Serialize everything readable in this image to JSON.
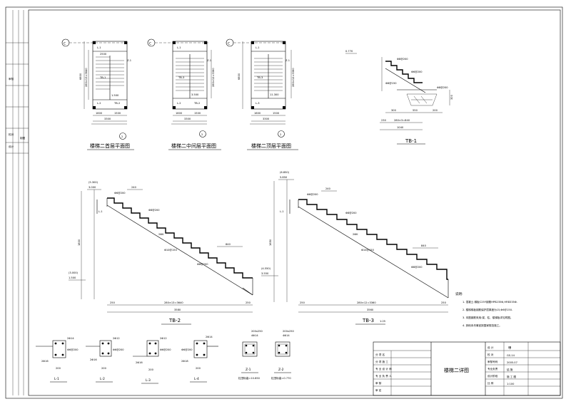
{
  "plans": [
    {
      "title": "楼梯二首层平面图",
      "grid": "C",
      "dims_bottom": [
        "1600",
        "1500",
        "3300"
      ],
      "dims_left": "6800",
      "dims_right": "280×13=3640",
      "labels": [
        "L-1",
        "L-2",
        "L-3",
        "Z-1",
        "TB-1",
        "TB-2",
        "2500",
        "1.500"
      ],
      "axis_circle": "2"
    },
    {
      "title": "楼梯二中间层平面图",
      "grid": "C",
      "dims_bottom": [
        "1600",
        "1500",
        "3300"
      ],
      "dims_right": "280×12=3360",
      "labels": [
        "L-1",
        "L-2",
        "L-3",
        "Z-1",
        "TB-3",
        "TB-2",
        "3.500"
      ],
      "axis_circle": "2"
    },
    {
      "title": "楼梯二顶层平面图",
      "grid": "C",
      "dims_bottom": [
        "1600",
        "1500",
        "3300"
      ],
      "dims_left": "6800",
      "dims_right": "280×12=3360",
      "labels": [
        "L-1",
        "L-3",
        "Z-1",
        "TB-3",
        "11.300"
      ],
      "axis_circle": "2"
    }
  ],
  "tb1": {
    "title": "TB-1",
    "labels": [
      "0.770",
      "Φ8@200",
      "Φ6@200",
      "Φ8@150",
      "300",
      "Φ8@200"
    ],
    "dims": [
      "300",
      "550",
      "200",
      "230",
      "280×3=840",
      "1040"
    ]
  },
  "tb2": {
    "title": "TB-2",
    "labels": [
      "(5.300)",
      "3.000",
      "(3.000)",
      "1.500",
      "Φ6@200",
      "240",
      "Φ8@200",
      "2ΦK",
      "Φ10@150",
      "Φ8@200",
      "840",
      "L-1"
    ],
    "dims": [
      "250",
      "280×13=3640",
      "3580",
      "250"
    ],
    "height": "1800"
  },
  "tb3": {
    "title": "TB-3",
    "suffix": "1:25",
    "labels": [
      "(6.850)",
      "5.850",
      "(4.550)",
      "3.550",
      "Φ6@200",
      "240",
      "Φ8@200",
      "2ΦK",
      "Φ10@150",
      "Φ8@200",
      "840",
      "L-1"
    ],
    "dims": [
      "250",
      "280×12=3360",
      "3560",
      "250"
    ],
    "height": "1650"
  },
  "notes": {
    "heading": "说明:",
    "items": [
      "1. 混凝土:梯板C25Y钢筋HPB235Φ,HRB335Φ.",
      "2. 楼梯梯板钢筋保护层厚度为15,Φ6@150.",
      "3. 本图钢筋采用:梁、柱、楼梯板详见附图。",
      "4. 其他未尽事宜按国家规范施工。"
    ]
  },
  "sections": [
    {
      "title": "L-1",
      "top": "2Φ14",
      "bot": "2Φ16",
      "stir": "Φ6@200",
      "w": "200"
    },
    {
      "title": "L-2",
      "top": "2Φ12",
      "bot": "2Φ16",
      "stir": "Φ6@200",
      "w": "200"
    },
    {
      "title": "L-3",
      "top": "2Φ12",
      "bot": "2Φ16",
      "stir": "Φ6@200",
      "w": "200"
    },
    {
      "title": "L-4",
      "top": "2Φ14",
      "bot": "2Φ18",
      "stir": "Φ6@200",
      "w": "200"
    }
  ],
  "columns": [
    {
      "title": "Z-1",
      "size": "200x250",
      "bars": "4Φ14",
      "note": "柱顶标高=10.850"
    },
    {
      "title": "Z-2",
      "size": "200x250",
      "bars": "4Φ14",
      "note": "柱顶标高=0.770"
    }
  ],
  "title_block": {
    "drawing_name": "楼梯二详图",
    "left_rows": [
      "分 项 名",
      "分 项 施 工",
      "专 业 设 计 师",
      "专 业 负 责 人",
      "审 核",
      "审 定"
    ],
    "right_labels": [
      "设 计",
      "校 对",
      "审核号码",
      "专业负责",
      "设计阶段",
      "比 例"
    ],
    "right_values": [
      "甲",
      "GS-14",
      "2005.07",
      "结 施",
      "施 工 图",
      "1:100"
    ]
  },
  "left_strip": {
    "labels": [
      "审核",
      "校对",
      "设计",
      "制图"
    ]
  }
}
